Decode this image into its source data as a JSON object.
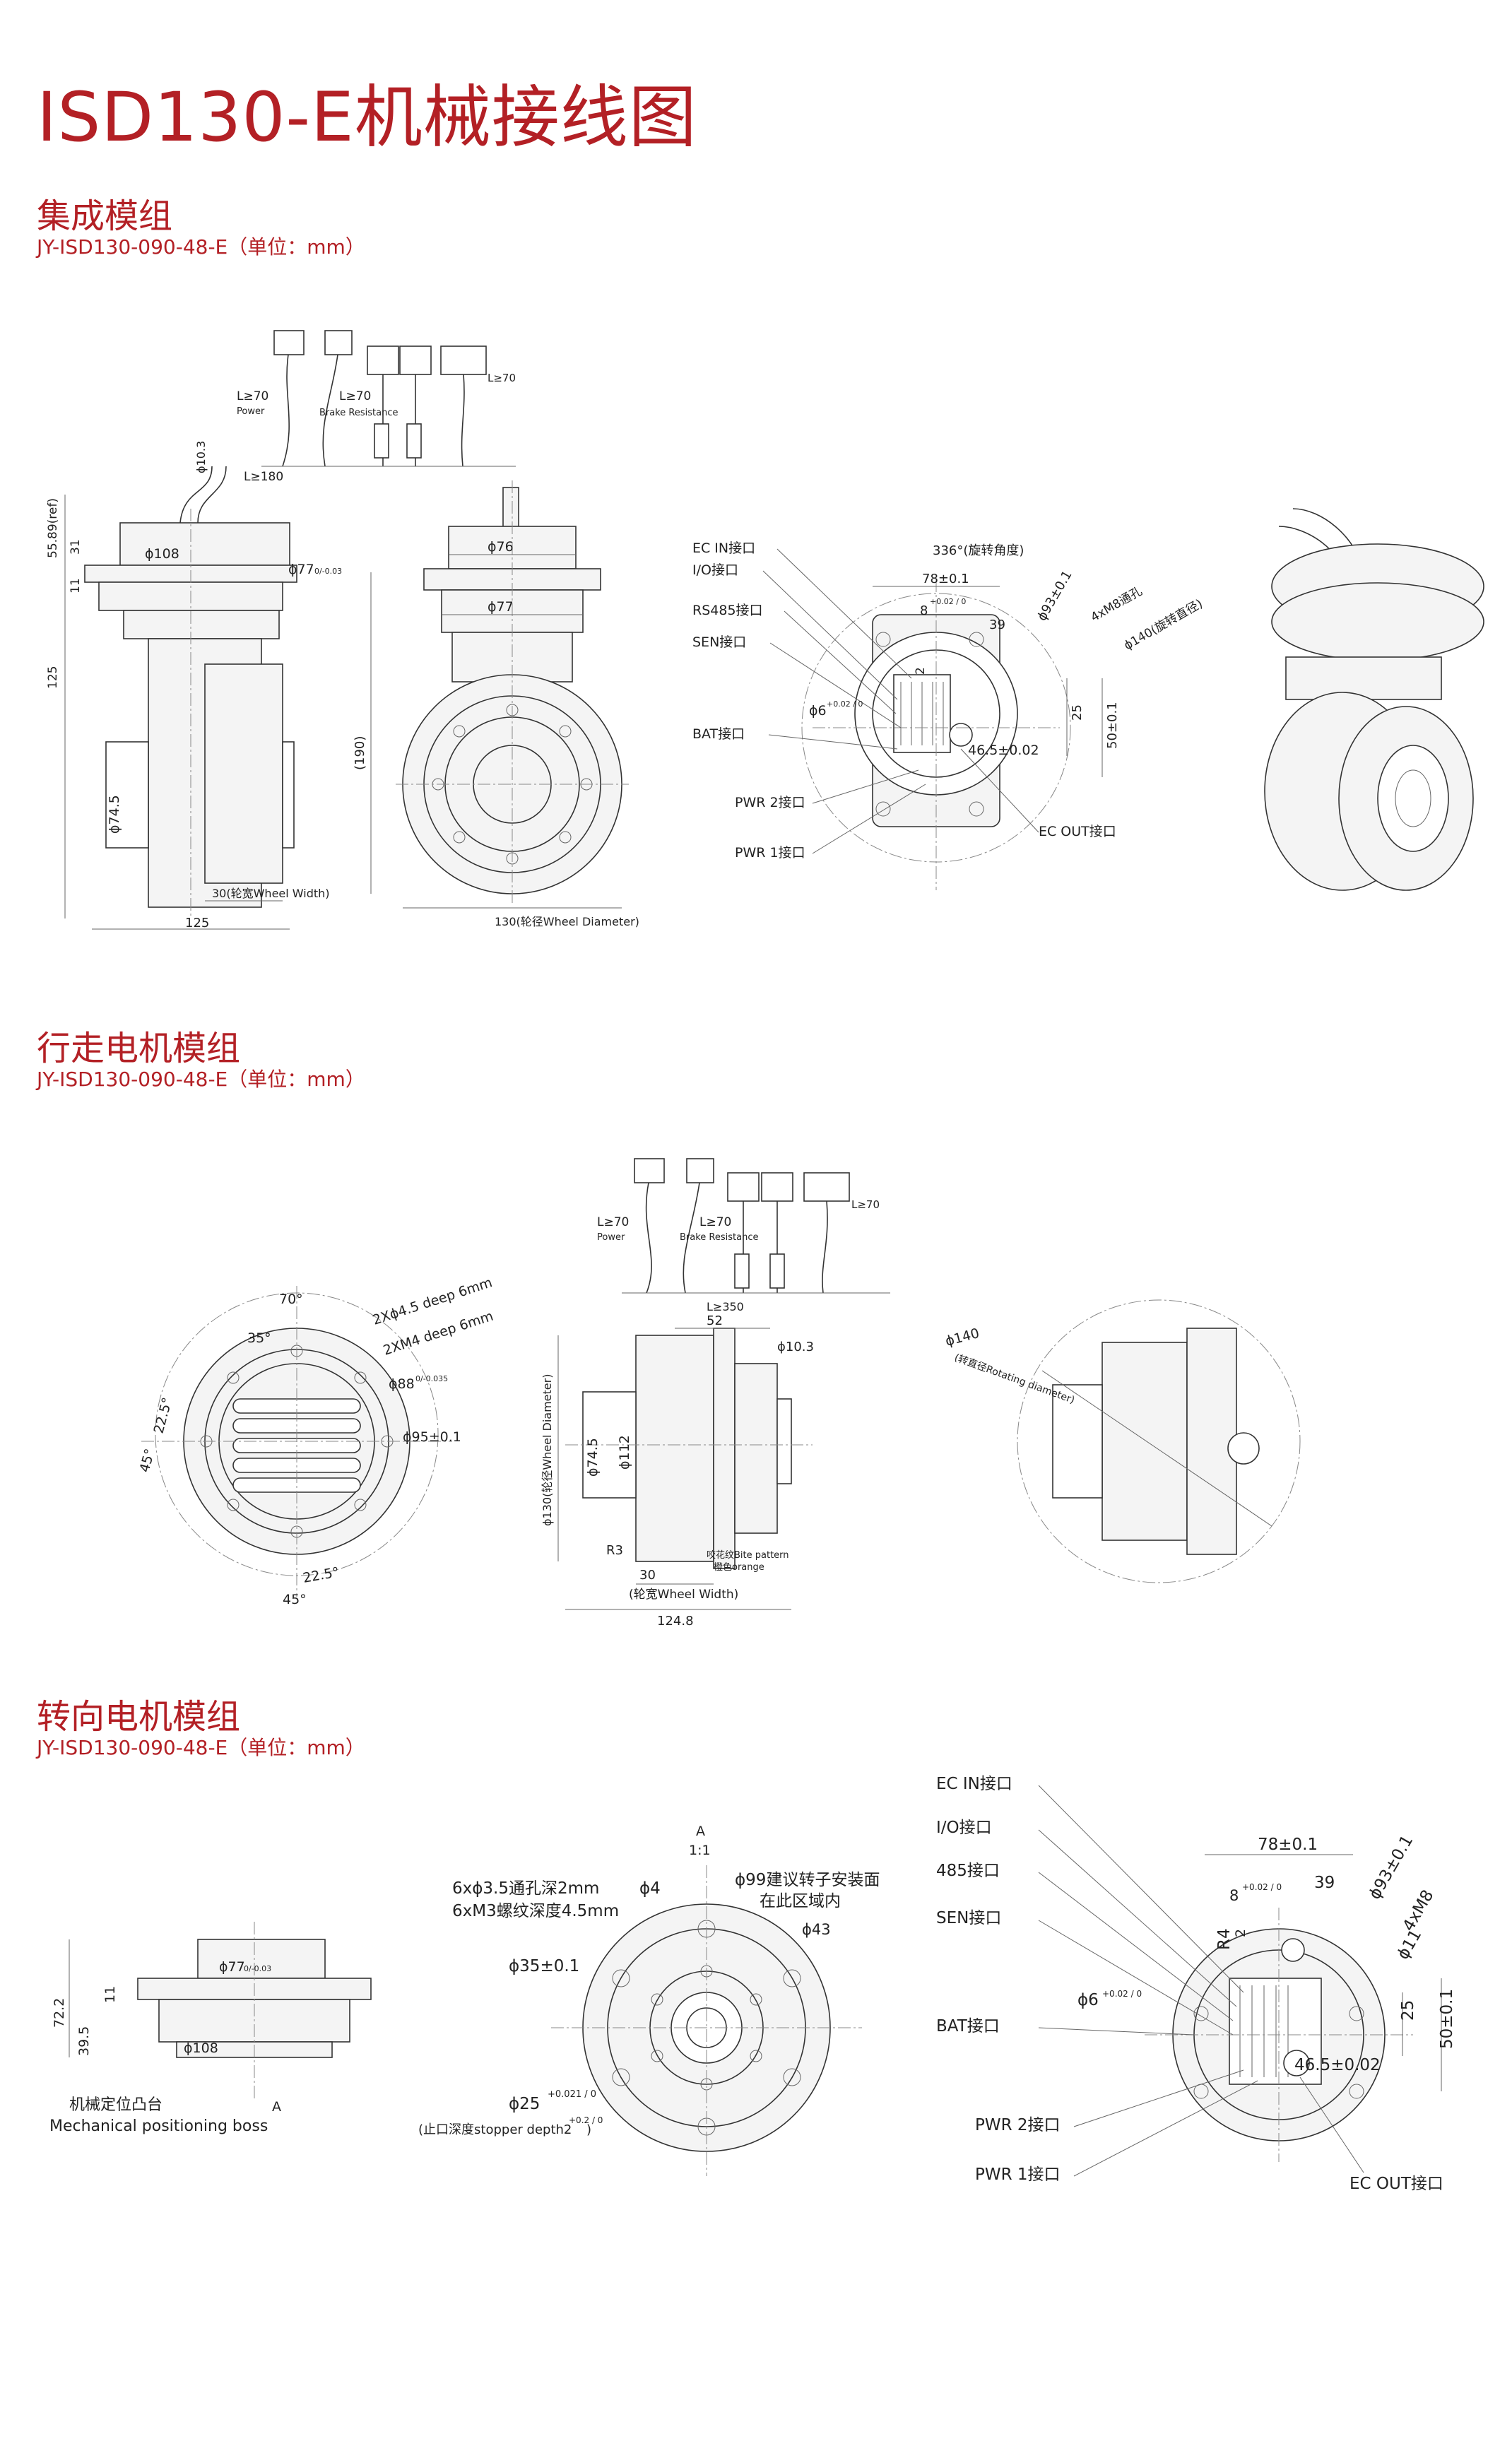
{
  "page_title": "ISD130-E机械接线图",
  "sections": [
    {
      "title": "集成模组",
      "subtitle": "JY-ISD130-090-48-E（单位：mm）"
    },
    {
      "title": "行走电机模组",
      "subtitle": "JY-ISD130-090-48-E（单位：mm）"
    },
    {
      "title": "转向电机模组",
      "subtitle": "JY-ISD130-090-48-E（单位：mm）"
    }
  ],
  "s1": {
    "cable_power": "L≥70",
    "cable_power_name": "Power",
    "cable_brake": "L≥70",
    "cable_brake_name": "Brake Resistance",
    "cable_right": "L≥70",
    "phi103": "ϕ10.3",
    "l180": "L≥180",
    "d5589": "55.89(ref)",
    "d31": "31",
    "d11": "11",
    "d125v": "125",
    "phi108": "ϕ108",
    "phi77": "ϕ77",
    "phi77tol": "0/-0.03",
    "phi745": "ϕ74.5",
    "w30": "30(轮宽Wheel Width)",
    "w125": "125",
    "phi76": "ϕ76",
    "phi77b": "ϕ77",
    "d190": "(190)",
    "w130": "130(轮径Wheel Diameter)",
    "lbl_ecin": "EC IN接口",
    "lbl_io": "I/O接口",
    "lbl_rs485": "RS485接口",
    "lbl_sen": "SEN接口",
    "lbl_bat": "BAT接口",
    "lbl_pwr2": "PWR 2接口",
    "lbl_pwr1": "PWR 1接口",
    "lbl_ecout": "EC OUT接口",
    "ang336": "336°(旋转角度)",
    "d78": "78±0.1",
    "d8": "8",
    "d8tol": "+0.02 / 0",
    "d39": "39",
    "phi93": "ϕ93±0.1",
    "m8": "4xM8通孔",
    "phi140": "ϕ140(旋转直径)",
    "phi6": "ϕ6",
    "phi6tol": "+0.02 / 0",
    "d2": "2",
    "d25": "25",
    "d50": "50±0.1",
    "d465": "46.5±0.02"
  },
  "s2": {
    "ang70": "70°",
    "ang35": "35°",
    "hole45": "2Xϕ4.5 deep 6mm",
    "m4": "2XM4 deep 6mm",
    "phi88": "ϕ88",
    "phi88tol": "0/-0.035",
    "phi95": "ϕ95±0.1",
    "ang225a": "22.5°",
    "ang45a": "45°",
    "ang225b": "22.5°",
    "ang45b": "45°",
    "cable_power": "L≥70",
    "cable_power_name": "Power",
    "cable_brake": "L≥70",
    "cable_brake_name": "Brake Resistance",
    "cable_right": "L≥70",
    "l350": "L≥350",
    "d52": "52",
    "phi103": "ϕ10.3",
    "phi130": "ϕ130(轮径Wheel Diameter)",
    "phi745": "ϕ74.5",
    "phi112": "ϕ112",
    "r3": "R3",
    "w30": "30",
    "w30n": "(轮宽Wheel Width)",
    "w1248": "124.8",
    "bite1": "咬花纹Bite pattern",
    "bite2": "橙色orange",
    "phi140": "ϕ140",
    "phi140n": "(转直径Rotating diameter)"
  },
  "s3": {
    "phi77": "ϕ77",
    "phi77tol": "0/-0.03",
    "d722": "72.2",
    "d11": "11",
    "d395": "39.5",
    "phi108": "ϕ108",
    "boss_cn": "机械定位凸台",
    "boss_en": "Mechanical positioning boss",
    "a": "A",
    "sec_a": "A",
    "scale": "1:1",
    "holes1": "6xϕ3.5通孔深2mm",
    "holes2": "6xM3螺纹深度4.5mm",
    "phi4": "ϕ4",
    "phi99a": "ϕ99建议转子安装面",
    "phi99b": "在此区域内",
    "phi43": "ϕ43",
    "phi35": "ϕ35±0.1",
    "phi25": "ϕ25",
    "phi25tol": "+0.021 / 0",
    "stopper": "(止口深度stopper depth2",
    "stoppertol": "+0.2 / 0",
    "stopperend": ")",
    "lbl_ecin": "EC IN接口",
    "lbl_io": "I/O接口",
    "lbl_485": "485接口",
    "lbl_sen": "SEN接口",
    "lbl_bat": "BAT接口",
    "lbl_pwr2": "PWR 2接口",
    "lbl_pwr1": "PWR 1接口",
    "lbl_ecout": "EC OUT接口",
    "d78": "78±0.1",
    "d8": "8",
    "d8tol": "+0.02 / 0",
    "d39": "39",
    "phi93": "ϕ93±0.1",
    "m8": "4xM8",
    "phi11": "ϕ11",
    "r4": "R4",
    "d2": "2",
    "phi6": "ϕ6",
    "phi6tol": "+0.02 / 0",
    "d25": "25",
    "d50": "50±0.1",
    "d465": "46.5±0.02"
  }
}
